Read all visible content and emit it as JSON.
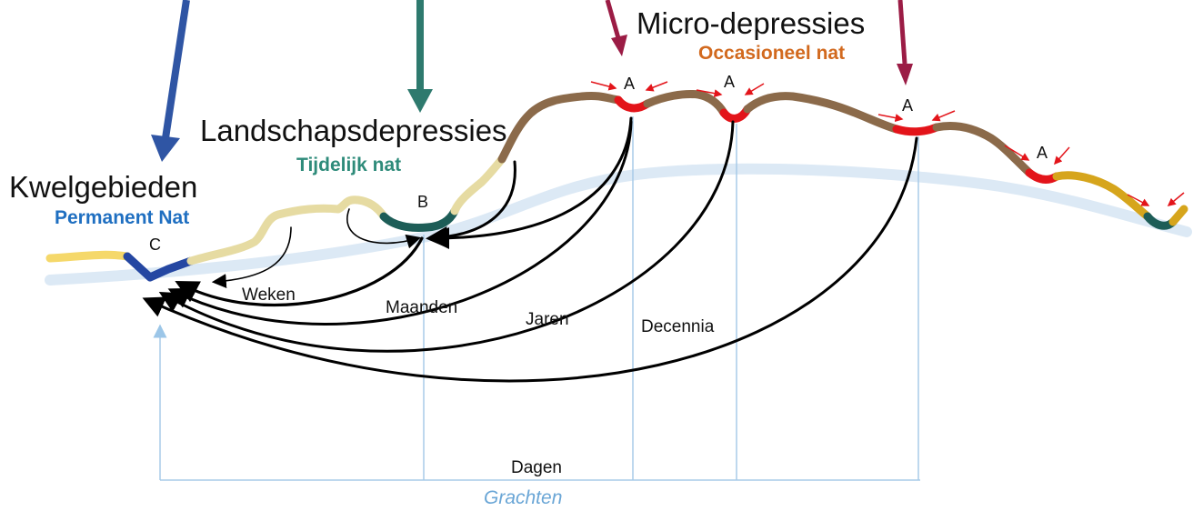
{
  "headings": {
    "kwel": {
      "title": "Kwelgebieden",
      "subtitle": "Permanent Nat"
    },
    "landschap": {
      "title": "Landschapsdepressies",
      "subtitle": "Tijdelijk  nat"
    },
    "micro": {
      "title": "Micro-depressies",
      "subtitle": "Occasioneel nat"
    }
  },
  "points": {
    "c": "C",
    "b": "B",
    "a": "A"
  },
  "durations": {
    "weken": "Weken",
    "maanden": "Maanden",
    "jaren": "Jaren",
    "decennia": "Decennia",
    "dagen": "Dagen"
  },
  "axis": {
    "label": "Grachten"
  },
  "colors": {
    "kwel_arrow": "#2f55a4",
    "landschap_arrow": "#2e7a6e",
    "micro_arrow": "#9b1c45",
    "kwel_sub": "#1f6fc1",
    "landschap_sub": "#2e8b7a",
    "micro_sub": "#d2691e",
    "terrain_brown": "#8b6a4a",
    "terrain_tan": "#e6dba2",
    "terrain_yellow": "#f5d86a",
    "terrain_gold": "#d6a51c",
    "depression_red": "#e3141a",
    "depression_teal": "#1d5d57",
    "depression_blue": "#2547a2",
    "groundwater": "#dce9f5",
    "axis_line": "#a8cbe8"
  }
}
